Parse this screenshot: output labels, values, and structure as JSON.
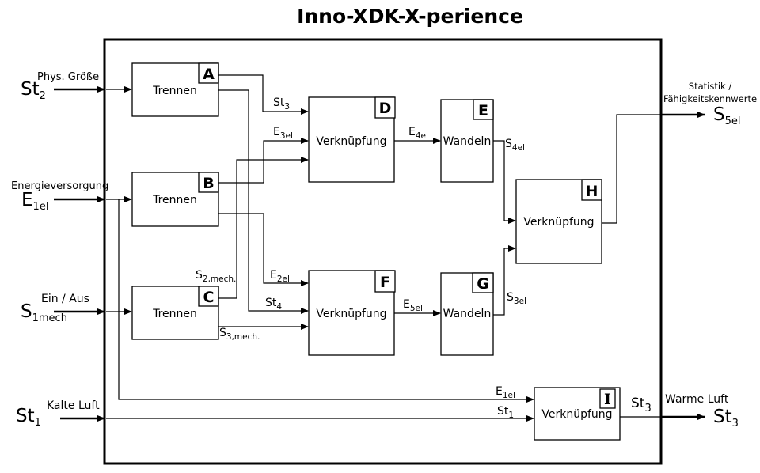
{
  "title": "Inno-XDK-X-perience",
  "blocks": {
    "A": {
      "letter": "A",
      "label": "Trennen"
    },
    "B": {
      "letter": "B",
      "label": "Trennen"
    },
    "C": {
      "letter": "C",
      "label": "Trennen"
    },
    "D": {
      "letter": "D",
      "label": "Verknüpfung"
    },
    "E": {
      "letter": "E",
      "label": "Wandeln"
    },
    "F": {
      "letter": "F",
      "label": "Verknüpfung"
    },
    "G": {
      "letter": "G",
      "label": "Wandeln"
    },
    "H": {
      "letter": "H",
      "label": "Verknüpfung"
    },
    "I": {
      "letter": "I",
      "label": "Verknüpfung"
    }
  },
  "inputs": {
    "st2": {
      "base": "St",
      "sub": "2",
      "desc": "Phys. Größe"
    },
    "e1el": {
      "base": "E",
      "sub": "1el",
      "desc": "Energieversorgung"
    },
    "s1mech": {
      "base": "S",
      "sub": "1mech",
      "desc": "Ein / Aus"
    },
    "st1": {
      "base": "St",
      "sub": "1",
      "desc": "Kalte Luft"
    }
  },
  "outputs": {
    "s5el": {
      "base": "S",
      "sub": "5el",
      "desc_line1": "Statistik /",
      "desc_line2": "Fähigkeitskennwerte"
    },
    "st3": {
      "base": "St",
      "sub": "3",
      "desc": "Warme Luft"
    }
  },
  "signals": {
    "st3_d": {
      "base": "St",
      "sub": "3"
    },
    "e3el": {
      "base": "E",
      "sub": "3el"
    },
    "e4el": {
      "base": "E",
      "sub": "4el"
    },
    "s4el": {
      "base": "S",
      "sub": "4el"
    },
    "s2mech": {
      "base": "S",
      "sub": "2,mech."
    },
    "s3mech": {
      "base": "S",
      "sub": "3,mech."
    },
    "e2el": {
      "base": "E",
      "sub": "2el"
    },
    "st4": {
      "base": "St",
      "sub": "4"
    },
    "e5el": {
      "base": "E",
      "sub": "5el"
    },
    "s3el": {
      "base": "S",
      "sub": "3el"
    },
    "e1el_i": {
      "base": "E",
      "sub": "1el"
    },
    "st1_i": {
      "base": "St",
      "sub": "1"
    },
    "st3_i": {
      "base": "St",
      "sub": "3"
    }
  }
}
